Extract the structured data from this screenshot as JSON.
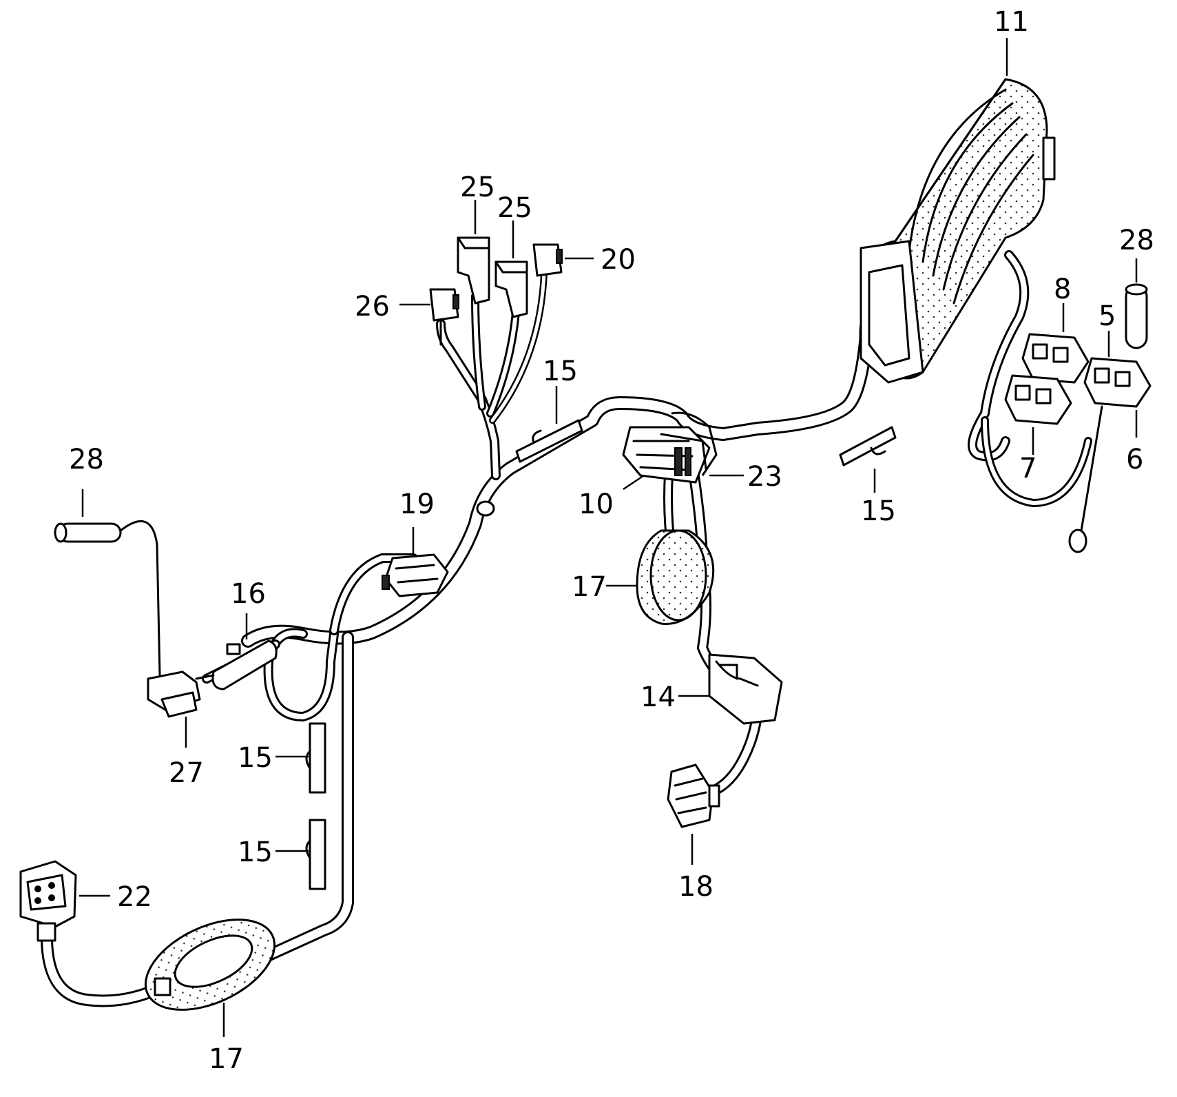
{
  "callouts": {
    "c11": "11",
    "c25a": "25",
    "c25b": "25",
    "c20": "20",
    "c26": "26",
    "c28a": "28",
    "c28b": "28",
    "c8": "8",
    "c5": "5",
    "c15a": "15",
    "c15b": "15",
    "c15c": "15",
    "c15d": "15",
    "c7": "7",
    "c6": "6",
    "c23": "23",
    "c10": "10",
    "c19": "19",
    "c16": "16",
    "c17a": "17",
    "c17b": "17",
    "c27": "27",
    "c14": "14",
    "c18": "18",
    "c22": "22"
  }
}
